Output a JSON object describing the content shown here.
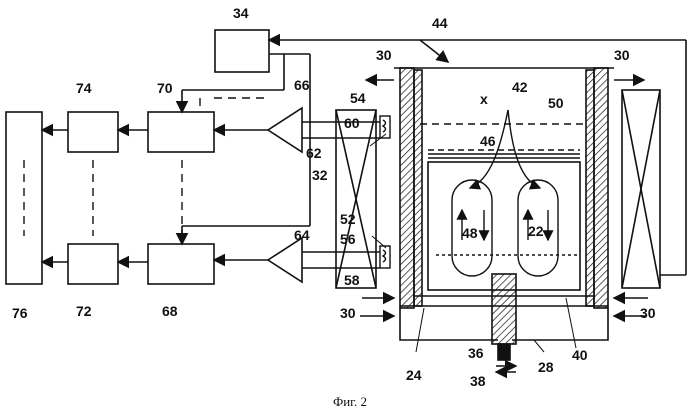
{
  "figure": {
    "caption": "Фиг. 2",
    "labels": {
      "l34": "34",
      "l44": "44",
      "l30a": "30",
      "l30b": "30",
      "l30c": "30",
      "l30d": "30",
      "l74": "74",
      "l70": "70",
      "l66": "66",
      "l54": "54",
      "l60": "60",
      "lx": "x",
      "l42": "42",
      "l50": "50",
      "l46": "46",
      "l62": "62",
      "l32": "32",
      "l52": "52",
      "l56": "56",
      "l48": "48",
      "l22": "22",
      "l58": "58",
      "l64": "64",
      "l76": "76",
      "l72": "72",
      "l68": "68",
      "l36": "36",
      "l40": "40",
      "l24": "24",
      "l28": "28",
      "l38": "38"
    }
  }
}
